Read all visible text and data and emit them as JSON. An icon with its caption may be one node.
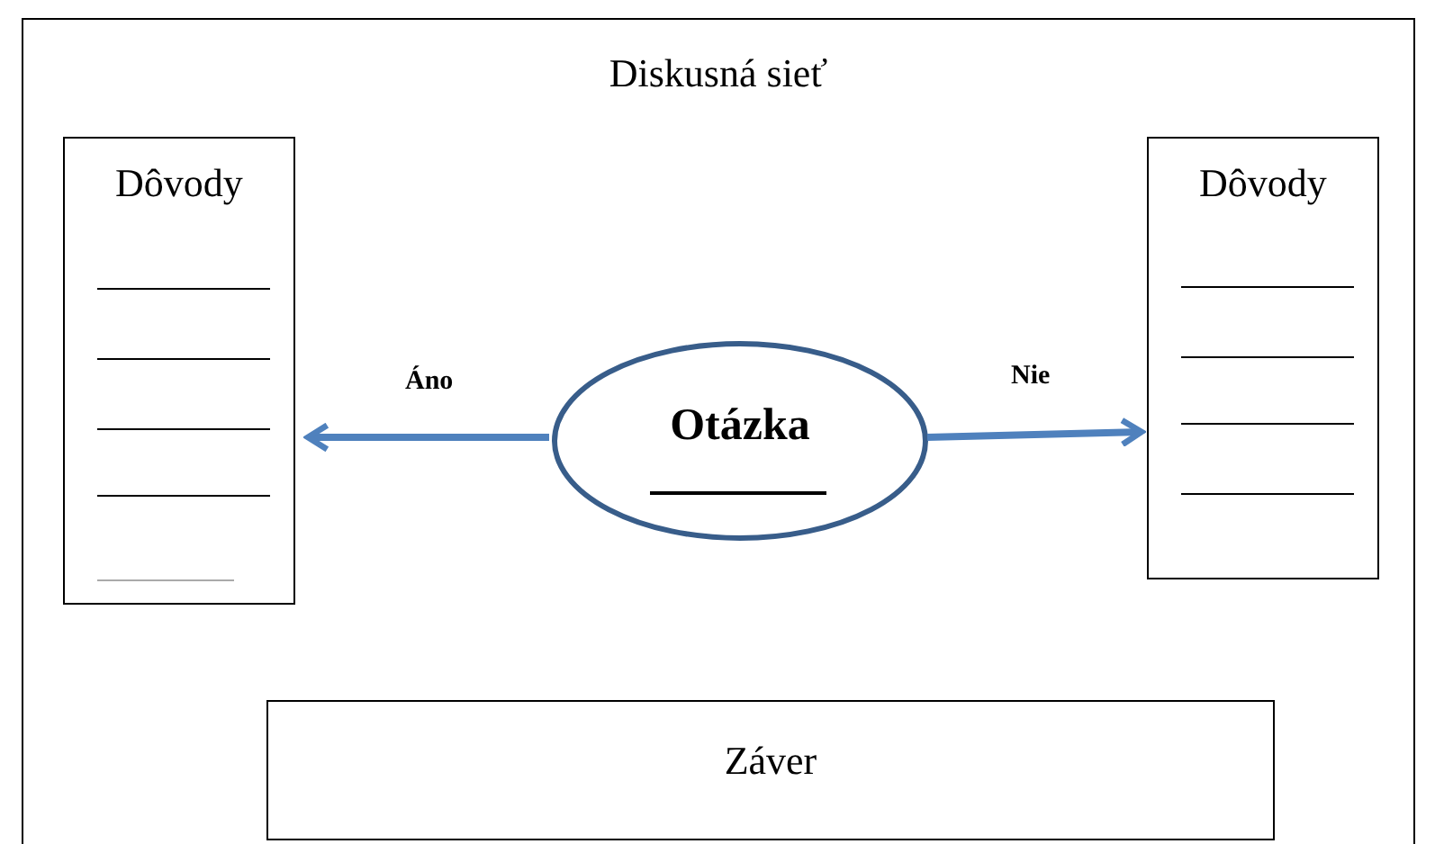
{
  "diagram": {
    "nodes": [
      {
        "text": [
          "Diskusná sieť"
        ]
      },
      {
        "text": [
          "Dôvody"
        ],
        "in": 0
      },
      {
        "text": [
          "Otázka"
        ],
        "in": 0
      },
      {
        "text": [
          "Dôvody"
        ],
        "in": 0
      },
      {
        "text": [
          "Záver"
        ],
        "in": 0
      }
    ],
    "edges": [
      {
        "from": 2,
        "to": 1,
        "arrow": "to",
        "label": "Áno"
      },
      {
        "from": 2,
        "to": 3,
        "arrow": "to",
        "label": "Nie"
      }
    ]
  }
}
